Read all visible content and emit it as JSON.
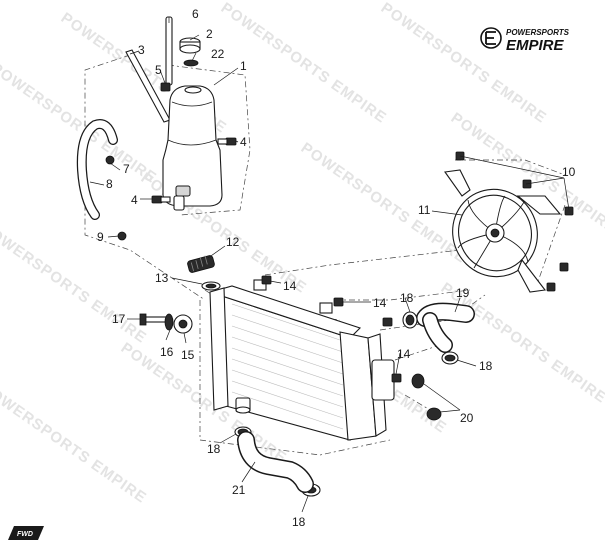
{
  "brand": {
    "top_text": "POWERSPORTS",
    "main_text": "EMPIRE"
  },
  "watermark_text": "POWERSPORTS EMPIRE",
  "direction_marker": "FWD",
  "callouts": {
    "c1": "1",
    "c2": "2",
    "c3": "3",
    "c4a": "4",
    "c4b": "4",
    "c5": "5",
    "c6": "6",
    "c7": "7",
    "c8": "8",
    "c9": "9",
    "c10": "10",
    "c11": "11",
    "c12": "12",
    "c13": "13",
    "c14a": "14",
    "c14b": "14",
    "c14c": "14",
    "c15": "15",
    "c16": "16",
    "c17": "17",
    "c18a": "18",
    "c18b": "18",
    "c18c": "18",
    "c18d": "18",
    "c19": "19",
    "c20": "20",
    "c21": "21",
    "c22": "22"
  }
}
